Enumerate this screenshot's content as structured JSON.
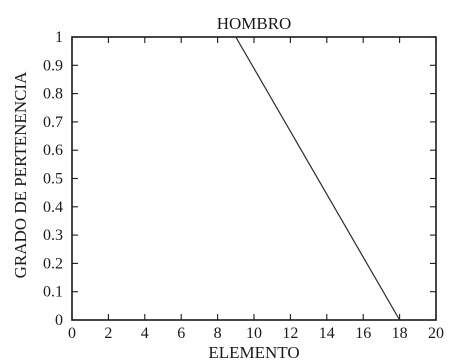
{
  "chart_data": {
    "type": "line",
    "title": "HOMBRO",
    "xlabel": "ELEMENTO",
    "ylabel": "GRADO DE PERTENENCIA",
    "xlim": [
      0,
      20
    ],
    "ylim": [
      0,
      1
    ],
    "x_ticks": [
      0,
      2,
      4,
      6,
      8,
      10,
      12,
      14,
      16,
      18,
      20
    ],
    "y_ticks": [
      0,
      0.1,
      0.2,
      0.3,
      0.4,
      0.5,
      0.6,
      0.7,
      0.8,
      0.9,
      1
    ],
    "grid": false,
    "legend": "none",
    "series": [
      {
        "x": [
          9,
          18
        ],
        "y": [
          1,
          0
        ],
        "color": "#2a2a2a"
      }
    ]
  }
}
